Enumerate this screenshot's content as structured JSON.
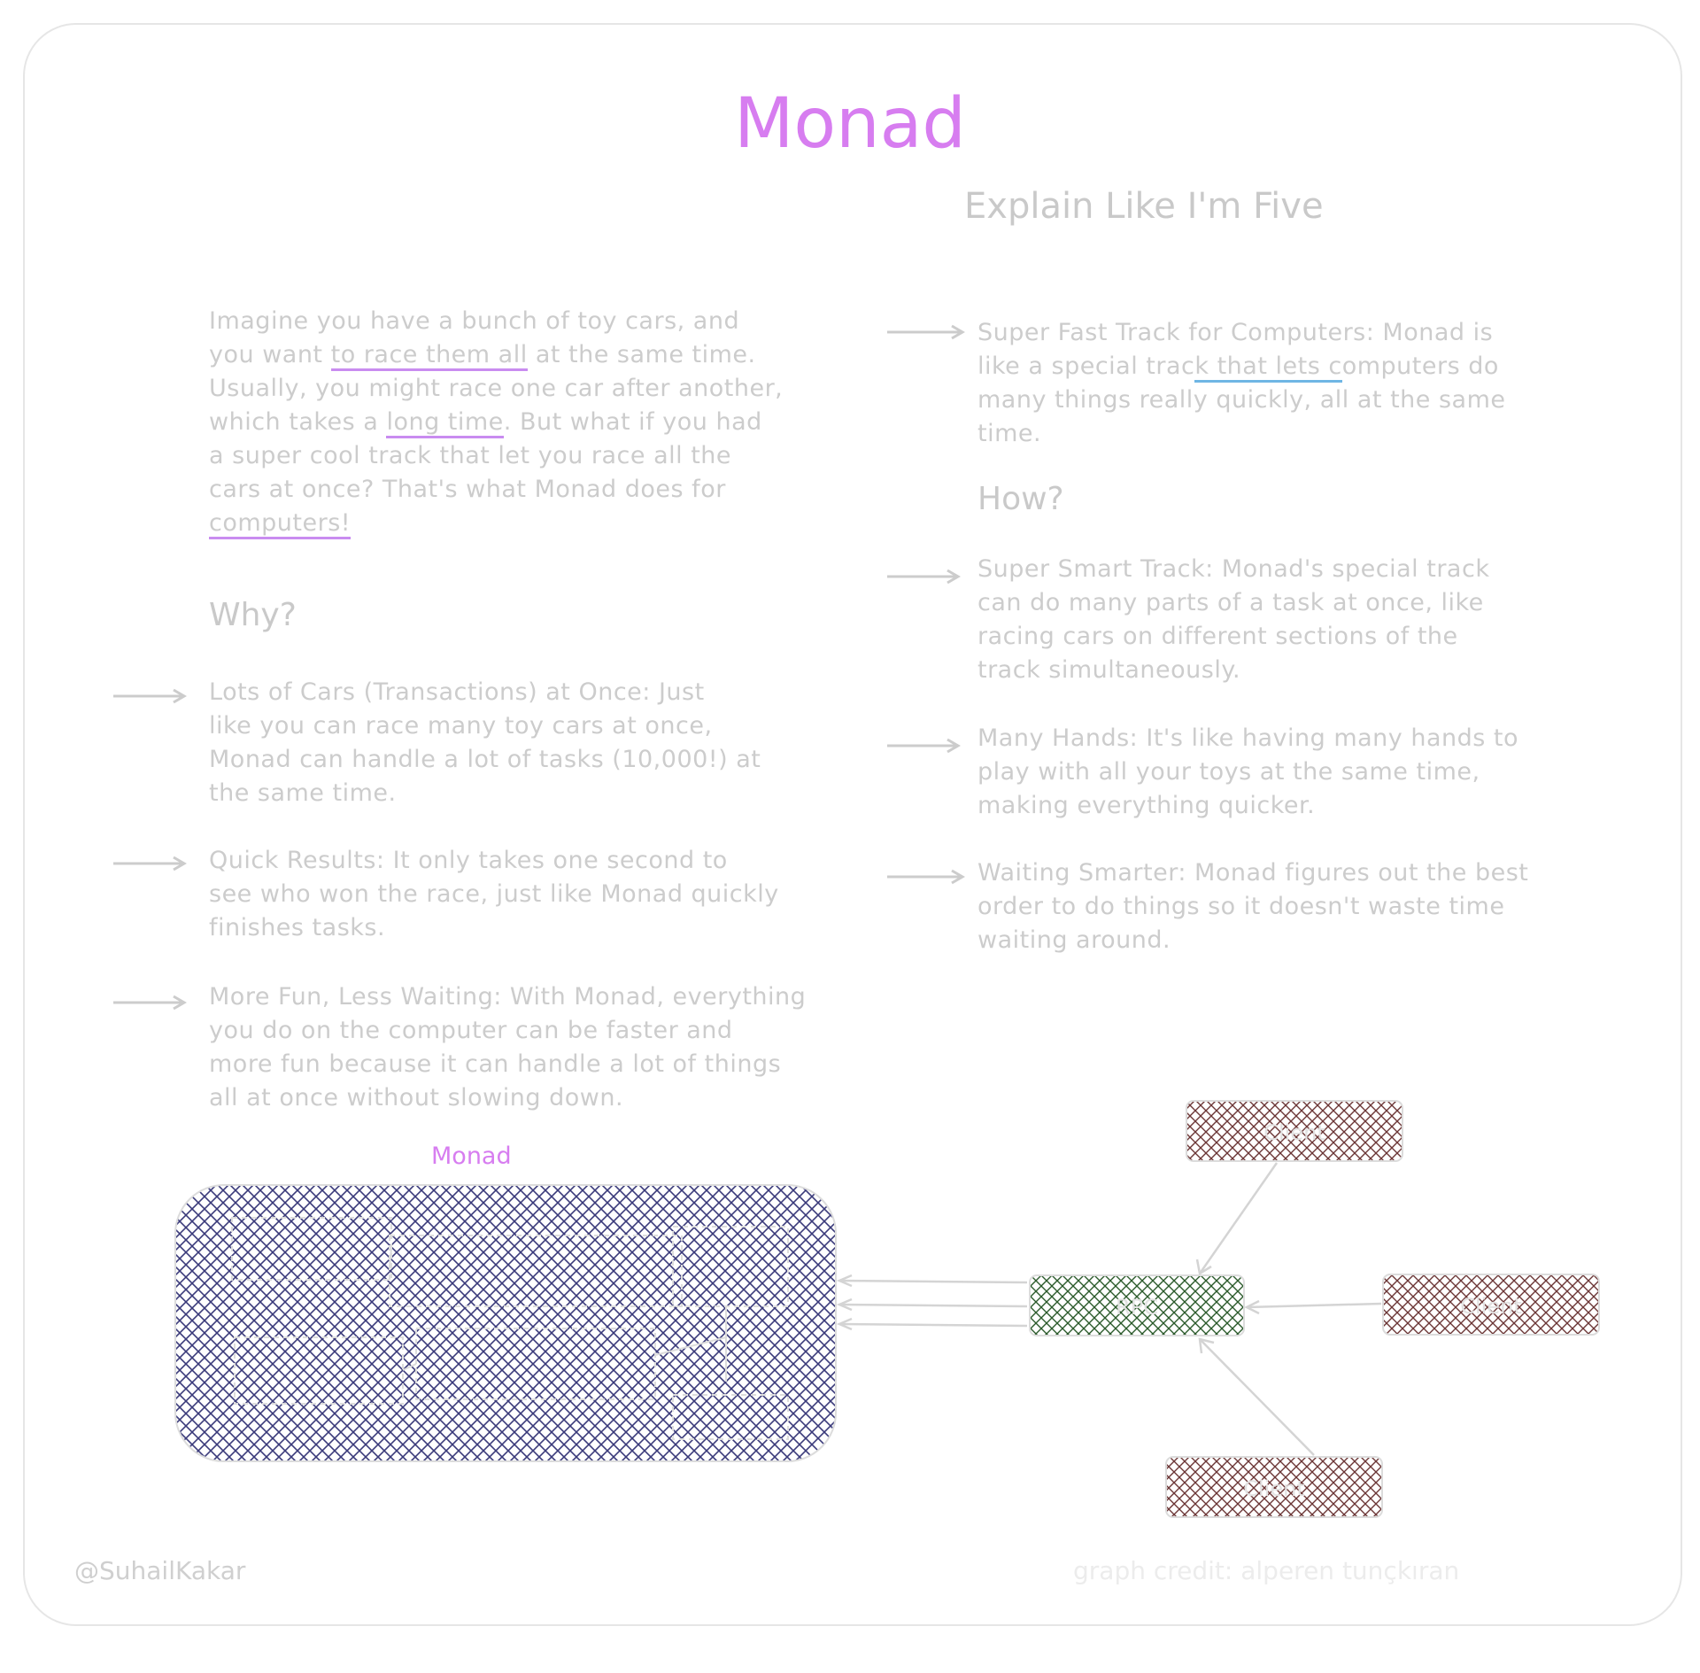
{
  "title": "Monad",
  "subtitle": "Explain Like I'm Five",
  "intro": {
    "p1": "Imagine you have a bunch of toy cars, and",
    "p2a": "you want ",
    "p2b": "to race them all",
    "p2c": " at the same time.",
    "p3": "Usually, you might race one car after another,",
    "p4a": "which takes a ",
    "p4b": "long time",
    "p4c": ". But what if you had",
    "p5": "a super cool track that let you race all the",
    "p6": "cars at once? That's what Monad does for",
    "p7": "computers!"
  },
  "why": {
    "heading": "Why?",
    "items": [
      {
        "lines": [
          "Lots of Cars (Transactions) at Once: Just",
          "like you can race many toy cars at once,",
          "Monad can handle a lot of tasks (10,000!) at",
          "the same time."
        ]
      },
      {
        "lines": [
          "Quick Results: It only takes one second to",
          "see who won the race, just like Monad quickly",
          "finishes tasks."
        ]
      },
      {
        "lines": [
          "More Fun, Less Waiting: With Monad, everything",
          "you do on the computer can be faster and",
          "more fun because it can handle a lot of things",
          "all at once without slowing down."
        ]
      }
    ]
  },
  "right_intro": {
    "l1": "Super Fast Track for Computers: Monad is",
    "l2a": "like a special trac",
    "l2b": "k that lets c",
    "l2c": "omputers do",
    "l3": "many things really quickly, all at the same",
    "l4": "time."
  },
  "how": {
    "heading": "How?",
    "items": [
      {
        "lines": [
          "Super Smart Track: Monad's special track",
          "can do many parts of a task at once, like",
          "racing cars on different sections of the",
          "track simultaneously."
        ]
      },
      {
        "lines": [
          "Many Hands: It's like having many hands to",
          "play with all your toys at the same time,",
          "making everything quicker."
        ]
      },
      {
        "lines": [
          "Waiting Smarter: Monad figures out the best",
          "order to do things so it doesn't waste time",
          "waiting around."
        ]
      }
    ]
  },
  "diagram": {
    "monad_label": "Monad",
    "nodes": {
      "center": "RPC",
      "top": "Client",
      "right": "Client",
      "bottom": "Client"
    }
  },
  "footer": {
    "handle": "@SuhailKakar",
    "credit": "graph credit: alperen tunçkıran"
  },
  "colors": {
    "accent": "#d77df0",
    "text": "#c9c9c9",
    "monad_box": "#3a3a7a",
    "rpc_box": "#2a5a2a",
    "client_box": "#6b3535"
  }
}
